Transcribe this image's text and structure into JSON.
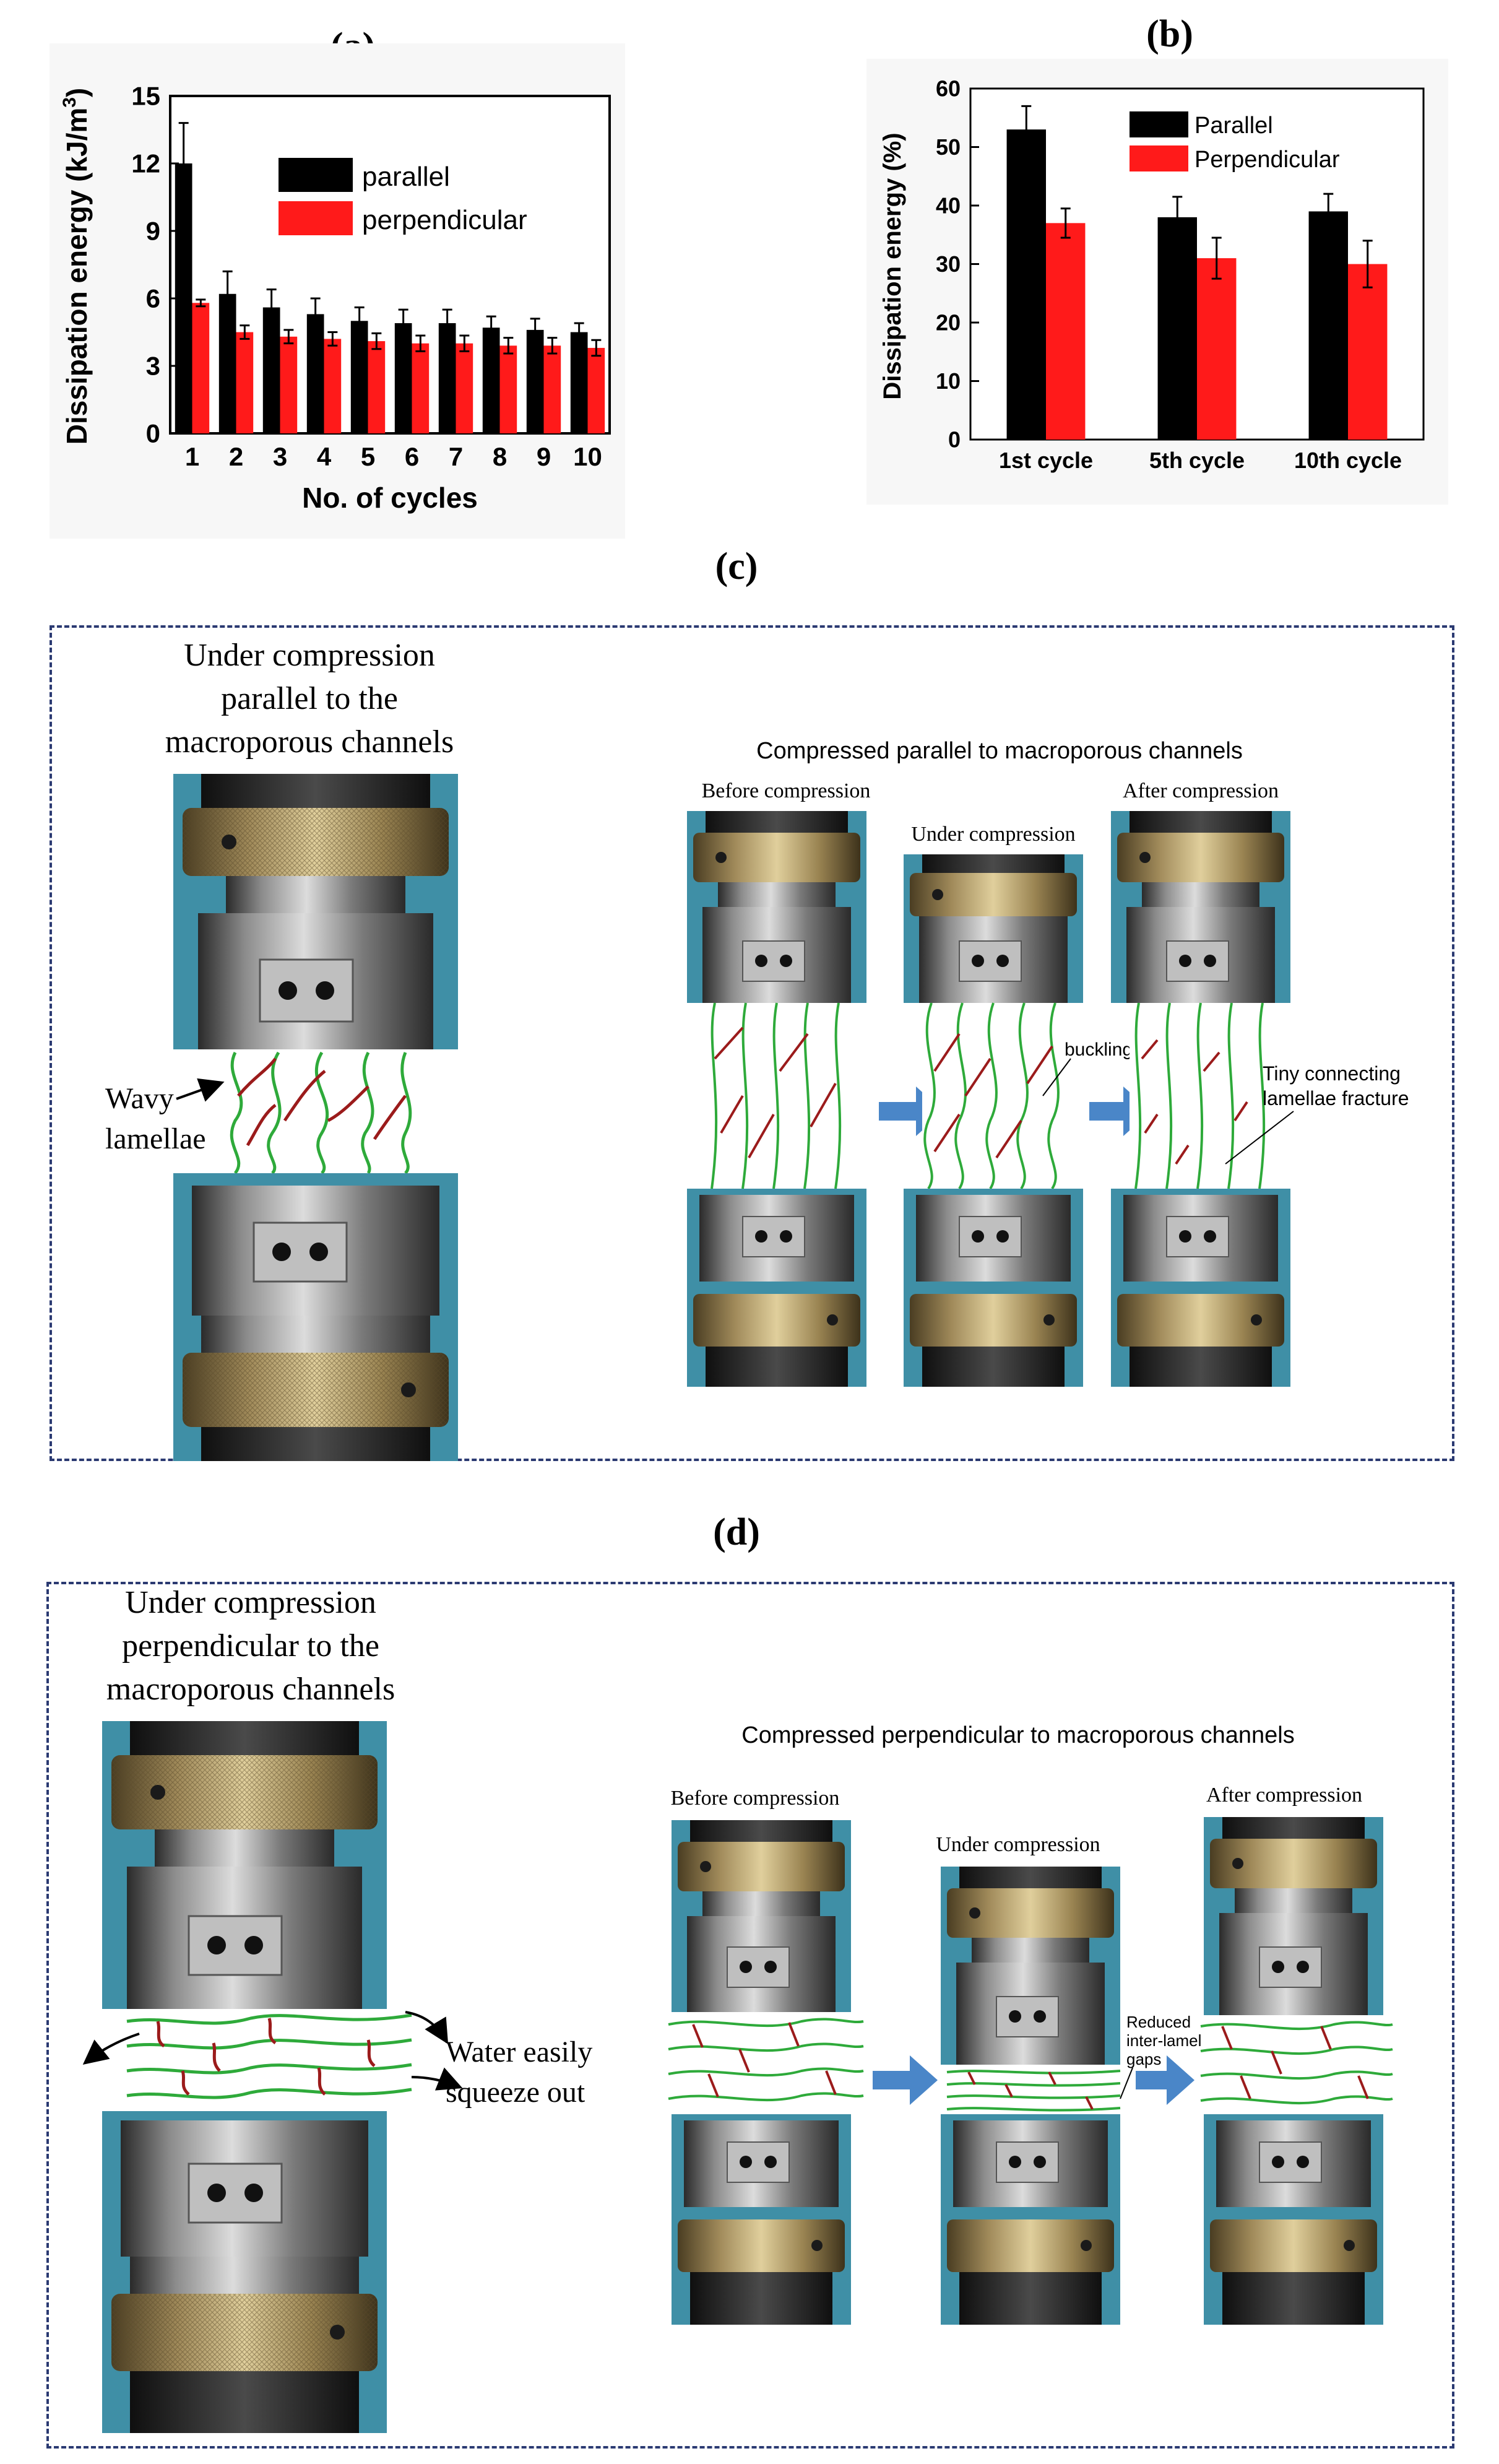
{
  "panel_labels": {
    "a": "(a)",
    "b": "(b)",
    "c": "(c)",
    "d": "(d)"
  },
  "colors": {
    "black_series": "#000000",
    "red_series": "#ff1a1a",
    "frame": "#2b3a72",
    "arrow": "#4a86c8",
    "green_lamella": "#2eaa3a",
    "red_lamella": "#9b1b1b",
    "photo_bg": "#3f8fa6",
    "brass": "#a08a5a"
  },
  "chart_data": [
    {
      "type": "bar",
      "panel": "(a)",
      "xlabel": "No. of cycles",
      "ylabel": "Dissipation energy (kJ/m3)",
      "ylabel_base": "Dissipation energy (kJ/m",
      "ylabel_sup": "3",
      "ylabel_end": ")",
      "ylim": [
        0,
        15
      ],
      "yticks": [
        "0",
        "3",
        "6",
        "9",
        "12",
        "15"
      ],
      "categories": [
        "1",
        "2",
        "3",
        "4",
        "5",
        "6",
        "7",
        "8",
        "9",
        "10"
      ],
      "series": [
        {
          "name": "parallel",
          "color": "#000000",
          "values": [
            12.0,
            6.2,
            5.6,
            5.3,
            5.0,
            4.9,
            4.9,
            4.7,
            4.6,
            4.5
          ],
          "errors": [
            1.8,
            1.0,
            0.8,
            0.7,
            0.6,
            0.6,
            0.6,
            0.5,
            0.5,
            0.4
          ]
        },
        {
          "name": "perpendicular",
          "color": "#ff1a1a",
          "values": [
            5.8,
            4.5,
            4.3,
            4.2,
            4.1,
            4.0,
            4.0,
            3.9,
            3.9,
            3.8
          ],
          "errors": [
            0.15,
            0.3,
            0.3,
            0.3,
            0.35,
            0.35,
            0.35,
            0.35,
            0.35,
            0.35
          ]
        }
      ],
      "legend": "top-right",
      "grid": false
    },
    {
      "type": "bar",
      "panel": "(b)",
      "xlabel": "",
      "ylabel": "Dissipation energy (%)",
      "ylim": [
        0,
        60
      ],
      "yticks": [
        "0",
        "10",
        "20",
        "30",
        "40",
        "50",
        "60"
      ],
      "categories": [
        "1st cycle",
        "5th cycle",
        "10th cycle"
      ],
      "series": [
        {
          "name": "Parallel",
          "color": "#000000",
          "values": [
            53,
            38,
            39
          ],
          "errors": [
            4,
            3.5,
            3
          ]
        },
        {
          "name": "Perpendicular",
          "color": "#ff1a1a",
          "values": [
            37,
            31,
            30
          ],
          "errors": [
            2.5,
            3.5,
            4
          ]
        }
      ],
      "legend": "top-right",
      "grid": false
    }
  ],
  "panel_c": {
    "left_title_lines": [
      "Under compression",
      "parallel to the",
      "macroporous channels"
    ],
    "wavy_label_lines": [
      "Wavy",
      "lamellae"
    ],
    "right_title": "Compressed parallel to macroporous channels",
    "stages": [
      "Before compression",
      "Under compression",
      "After compression"
    ],
    "buckling": "buckling",
    "fracture_lines": [
      "Tiny connecting",
      "lamellae fracture"
    ]
  },
  "panel_d": {
    "left_title_lines": [
      "Under compression",
      "perpendicular to the",
      "macroporous channels"
    ],
    "water_lines": [
      "Water easily",
      "squeeze out"
    ],
    "right_title": "Compressed perpendicular to macroporous channels",
    "stages": [
      "Before compression",
      "Under compression",
      "After compression"
    ],
    "reduced_lines": [
      "Reduced",
      "inter-lamellae",
      "gaps"
    ]
  }
}
